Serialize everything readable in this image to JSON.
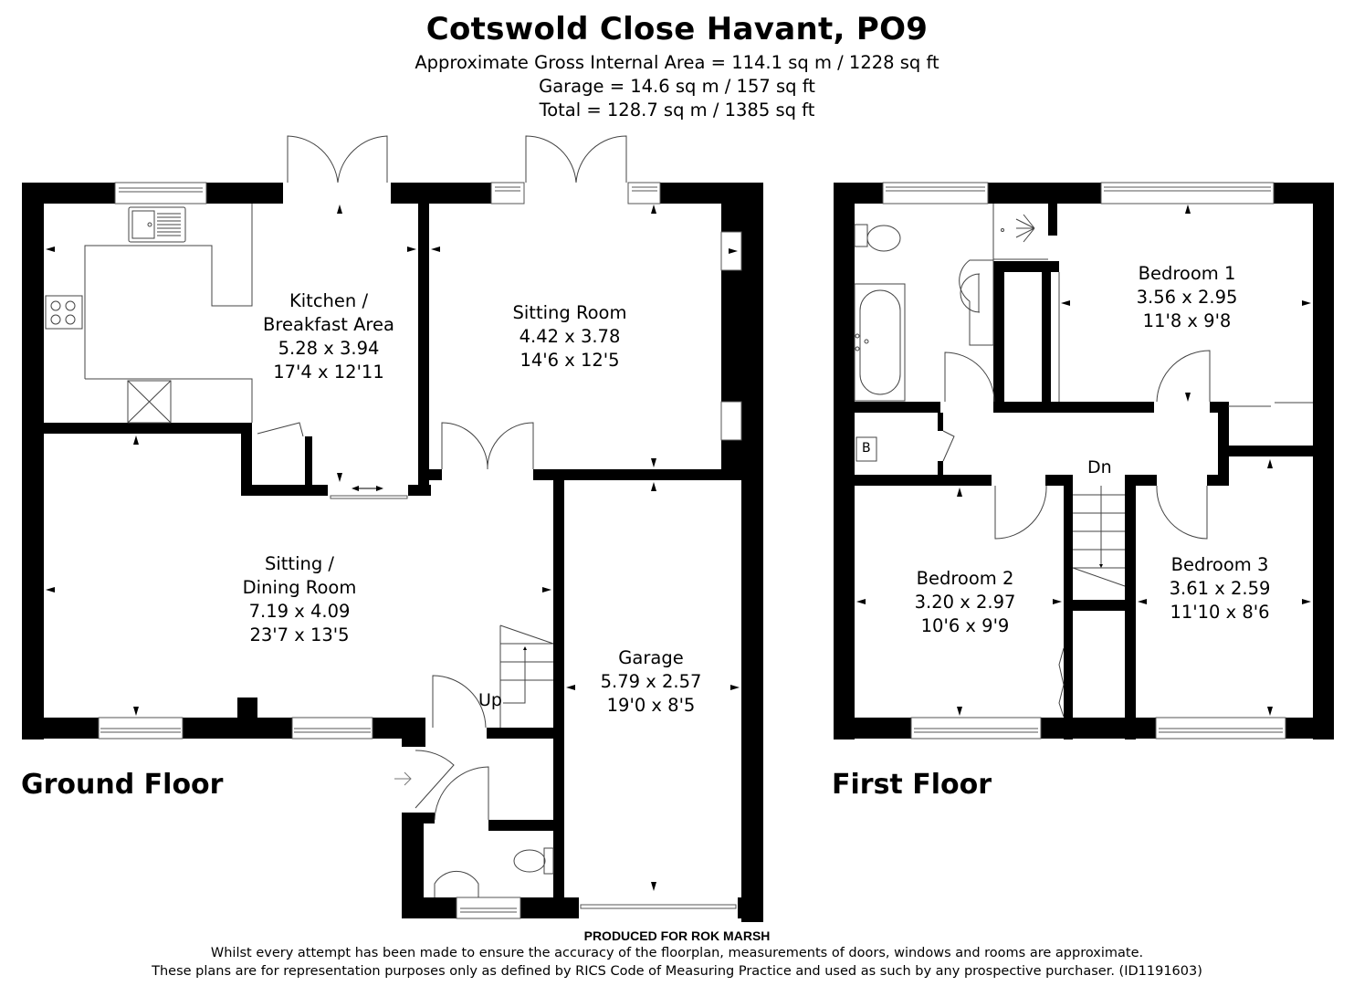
{
  "header": {
    "title": "Cotswold Close Havant, PO9",
    "gross_internal_area": "Approximate Gross Internal Area = 114.1 sq m / 1228 sq ft",
    "garage_area": "Garage = 14.6 sq m / 157 sq ft",
    "total_area": "Total = 128.7 sq m / 1385 sq ft"
  },
  "ground_floor": {
    "label": "Ground Floor",
    "rooms": [
      {
        "name_line1": "Kitchen /",
        "name_line2": "Breakfast Area",
        "metric": "5.28 x 3.94",
        "imperial": "17'4 x 12'11"
      },
      {
        "name_line1": "Sitting Room",
        "metric": "4.42 x 3.78",
        "imperial": "14'6 x 12'5"
      },
      {
        "name_line1": "Sitting /",
        "name_line2": "Dining Room",
        "metric": "7.19 x 4.09",
        "imperial": "23'7 x 13'5"
      },
      {
        "name_line1": "Garage",
        "metric": "5.79 x 2.57",
        "imperial": "19'0 x 8'5"
      }
    ],
    "stairs_label": "Up"
  },
  "first_floor": {
    "label": "First Floor",
    "rooms": [
      {
        "name_line1": "Bedroom 1",
        "metric": "3.56 x 2.95",
        "imperial": "11'8 x 9'8"
      },
      {
        "name_line1": "Bedroom 2",
        "metric": "3.20 x 2.97",
        "imperial": "10'6 x 9'9"
      },
      {
        "name_line1": "Bedroom 3",
        "metric": "3.61 x 2.59",
        "imperial": "11'10 x 8'6"
      }
    ],
    "stairs_label": "Dn",
    "boiler_label": "B"
  },
  "footer": {
    "produced_for": "PRODUCED FOR ROK MARSH",
    "disclaimer_1": "Whilst every attempt has been made to ensure the accuracy of the floorplan, measurements of doors, windows and rooms are approximate.",
    "disclaimer_2": "These plans are for representation purposes only as defined by RICS Code of Measuring Practice and used as such by any prospective purchaser. (ID1191603)"
  },
  "colors": {
    "wall": "#000000",
    "background": "#ffffff",
    "fixture_line": "#555555"
  }
}
